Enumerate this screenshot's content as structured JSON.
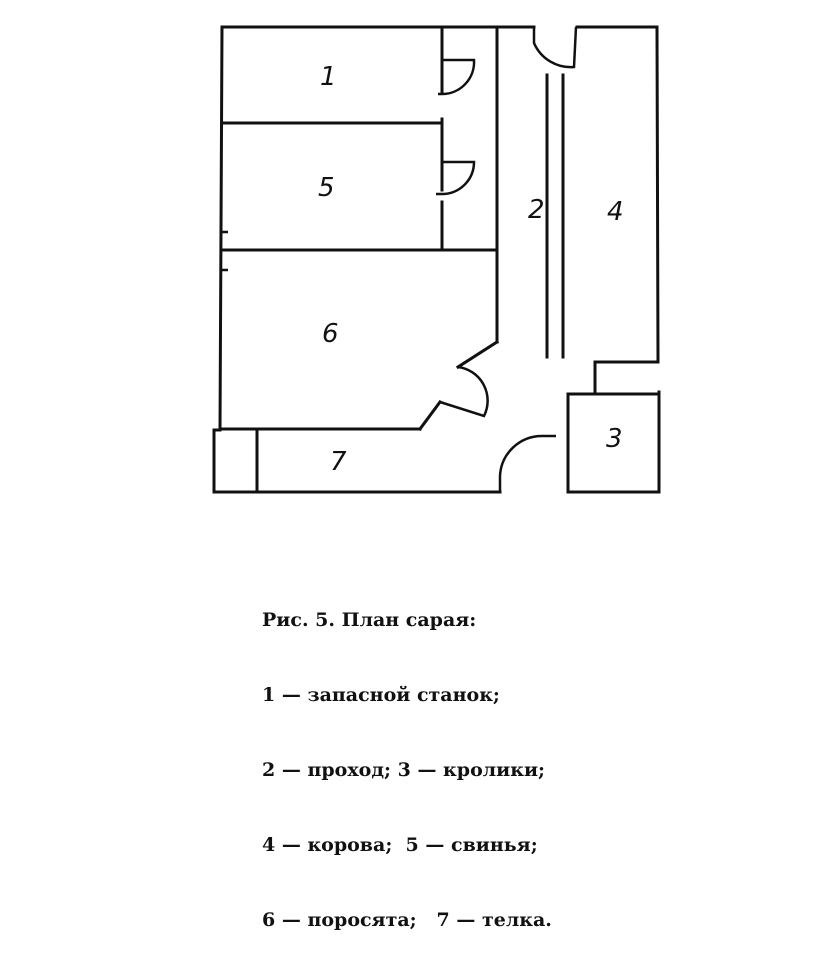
{
  "rooms": {
    "r1": "1",
    "r2": "2",
    "r3": "3",
    "r4": "4",
    "r5": "5",
    "r6": "6",
    "r7": "7"
  },
  "caption": {
    "title": "Рис. 5. План сарая:",
    "line1": "1 — запасной станок;",
    "line2": "2 — проход; 3 — кролики;",
    "line3": "4 — корова;  5 — свинья;",
    "line4": "6 — поросята;   7 — телка."
  }
}
